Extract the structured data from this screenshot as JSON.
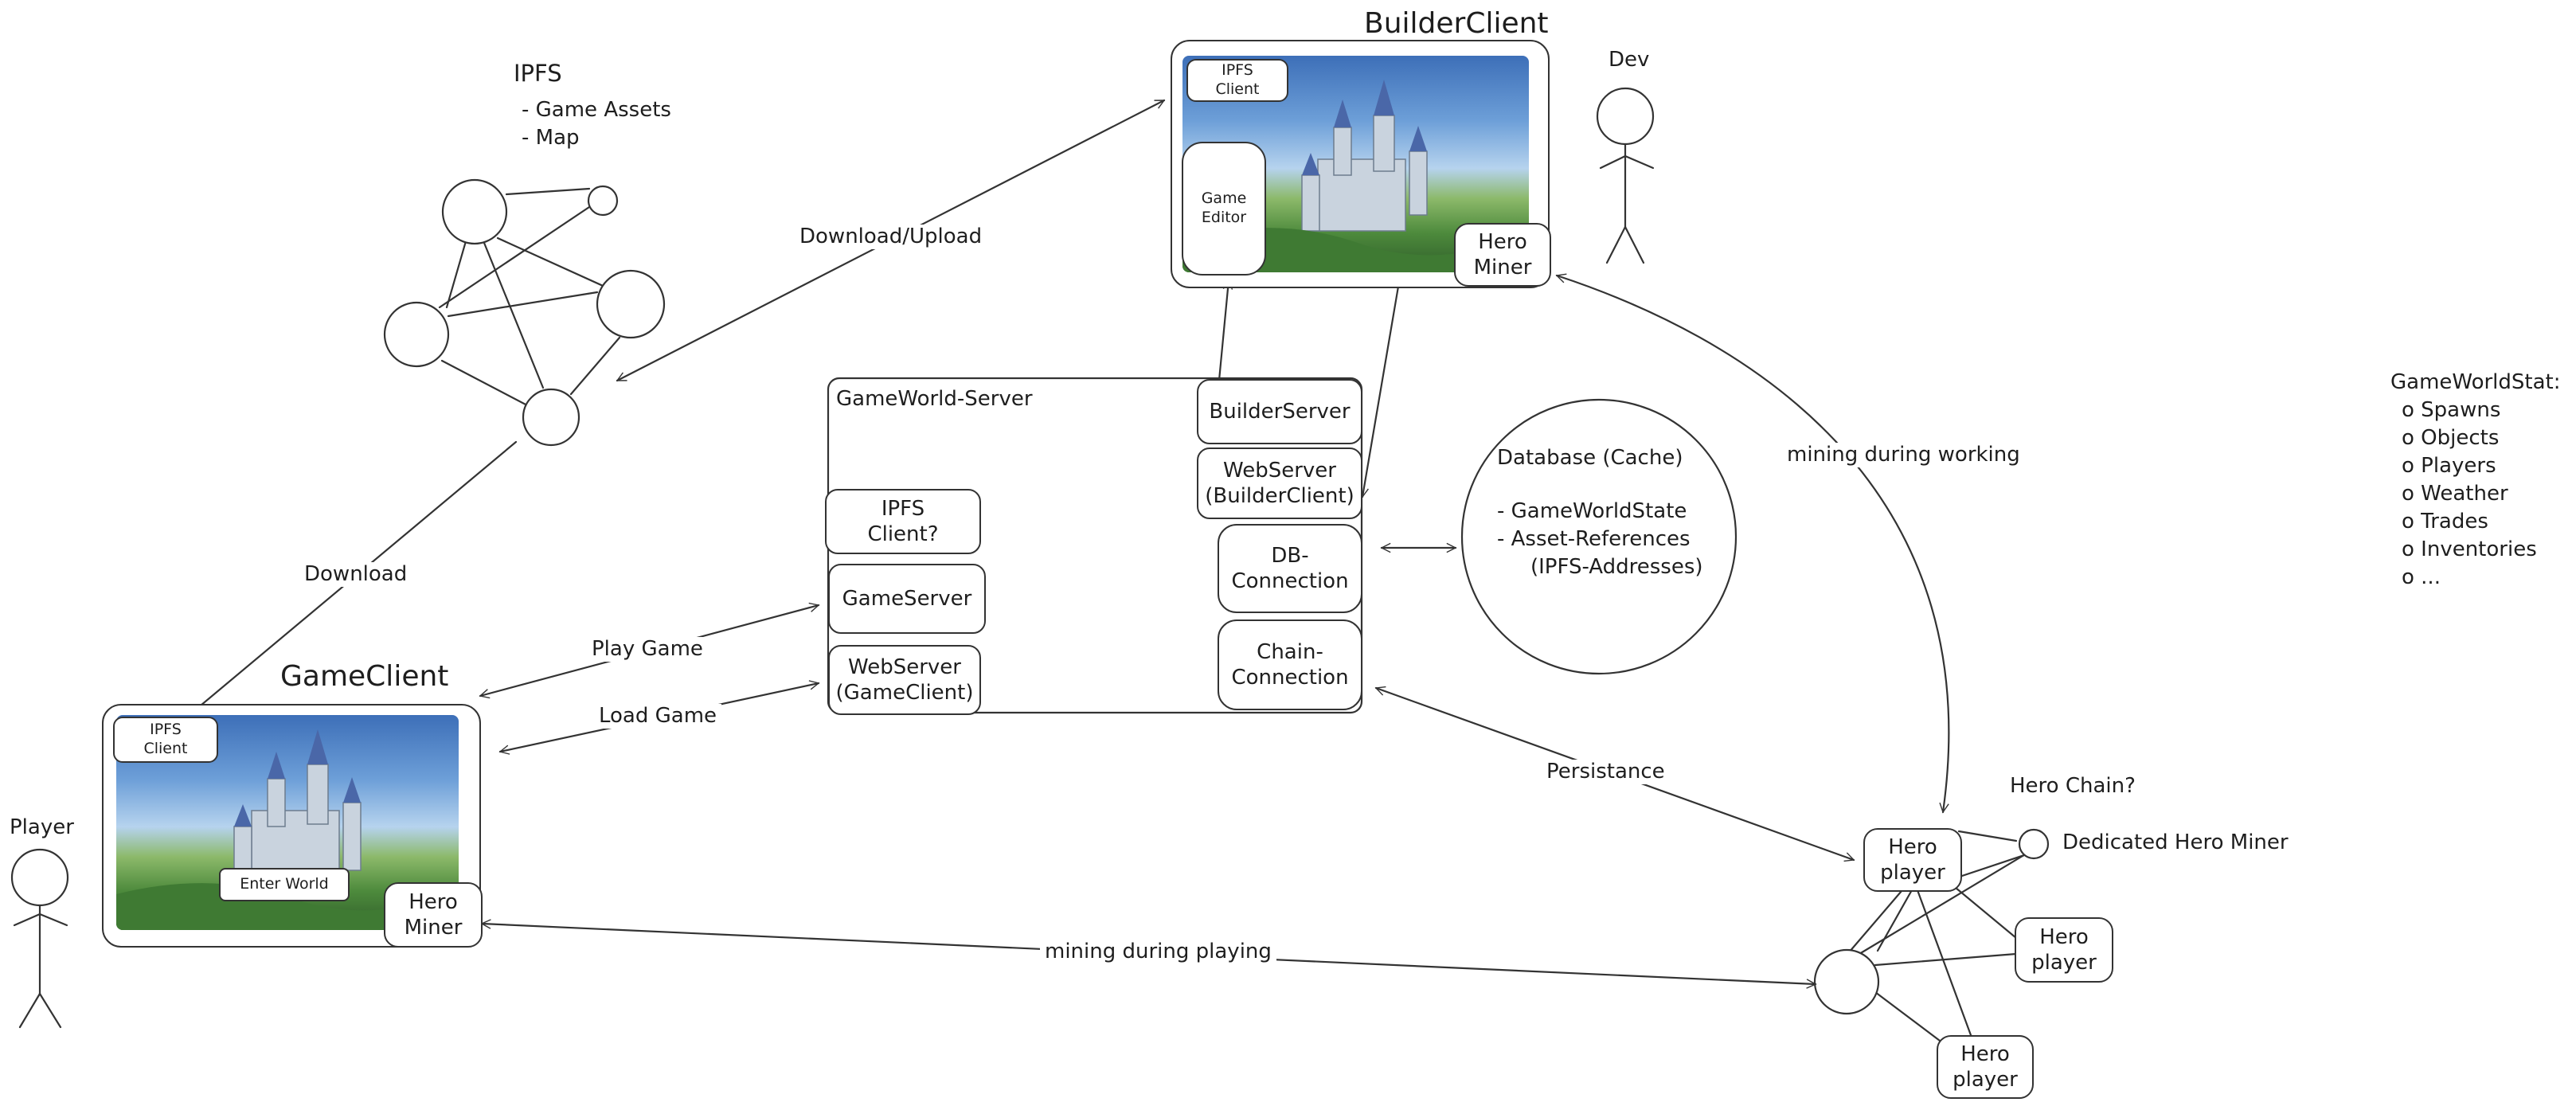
{
  "ipfs": {
    "title": "IPFS",
    "items": [
      "- Game Assets",
      "- Map"
    ]
  },
  "builder_client": {
    "title": "BuilderClient",
    "ipfs_client": "IPFS\nClient",
    "game_editor": "Game\nEditor",
    "hero_miner": "Hero\nMiner"
  },
  "dev_label": "Dev",
  "player_label": "Player",
  "game_client": {
    "title": "GameClient",
    "ipfs_client": "IPFS\nClient",
    "enter_world": "Enter World",
    "hero_miner": "Hero\nMiner"
  },
  "server": {
    "title": "GameWorld-Server",
    "builder_server": "BuilderServer",
    "webserver_builder": "WebServer\n(BuilderClient)",
    "ipfs_client": "IPFS\nClient?",
    "game_server": "GameServer",
    "webserver_game": "WebServer\n(GameClient)",
    "db_connection": "DB-\nConnection",
    "chain_connection": "Chain-\nConnection"
  },
  "database": {
    "title": "Database (Cache)",
    "items": [
      "- GameWorldState",
      "- Asset-References",
      "(IPFS-Addresses)"
    ]
  },
  "edges": {
    "download_upload": "Download/Upload",
    "download": "Download",
    "play_game": "Play Game",
    "load_game": "Load Game",
    "mining_working": "mining during working",
    "persistance": "Persistance",
    "mining_playing": "mining during playing"
  },
  "hero_chain": {
    "title": "Hero Chain?",
    "dedicated_miner": "Dedicated Hero Miner",
    "hero_player_1": "Hero\nplayer",
    "hero_player_2": "Hero\nplayer",
    "hero_player_3": "Hero\nplayer"
  },
  "gameworld_state": {
    "title": "GameWorldStat:",
    "items": [
      "o Spawns",
      "o Objects",
      "o Players",
      "o Weather",
      "o Trades",
      "o Inventories",
      "o ..."
    ]
  }
}
